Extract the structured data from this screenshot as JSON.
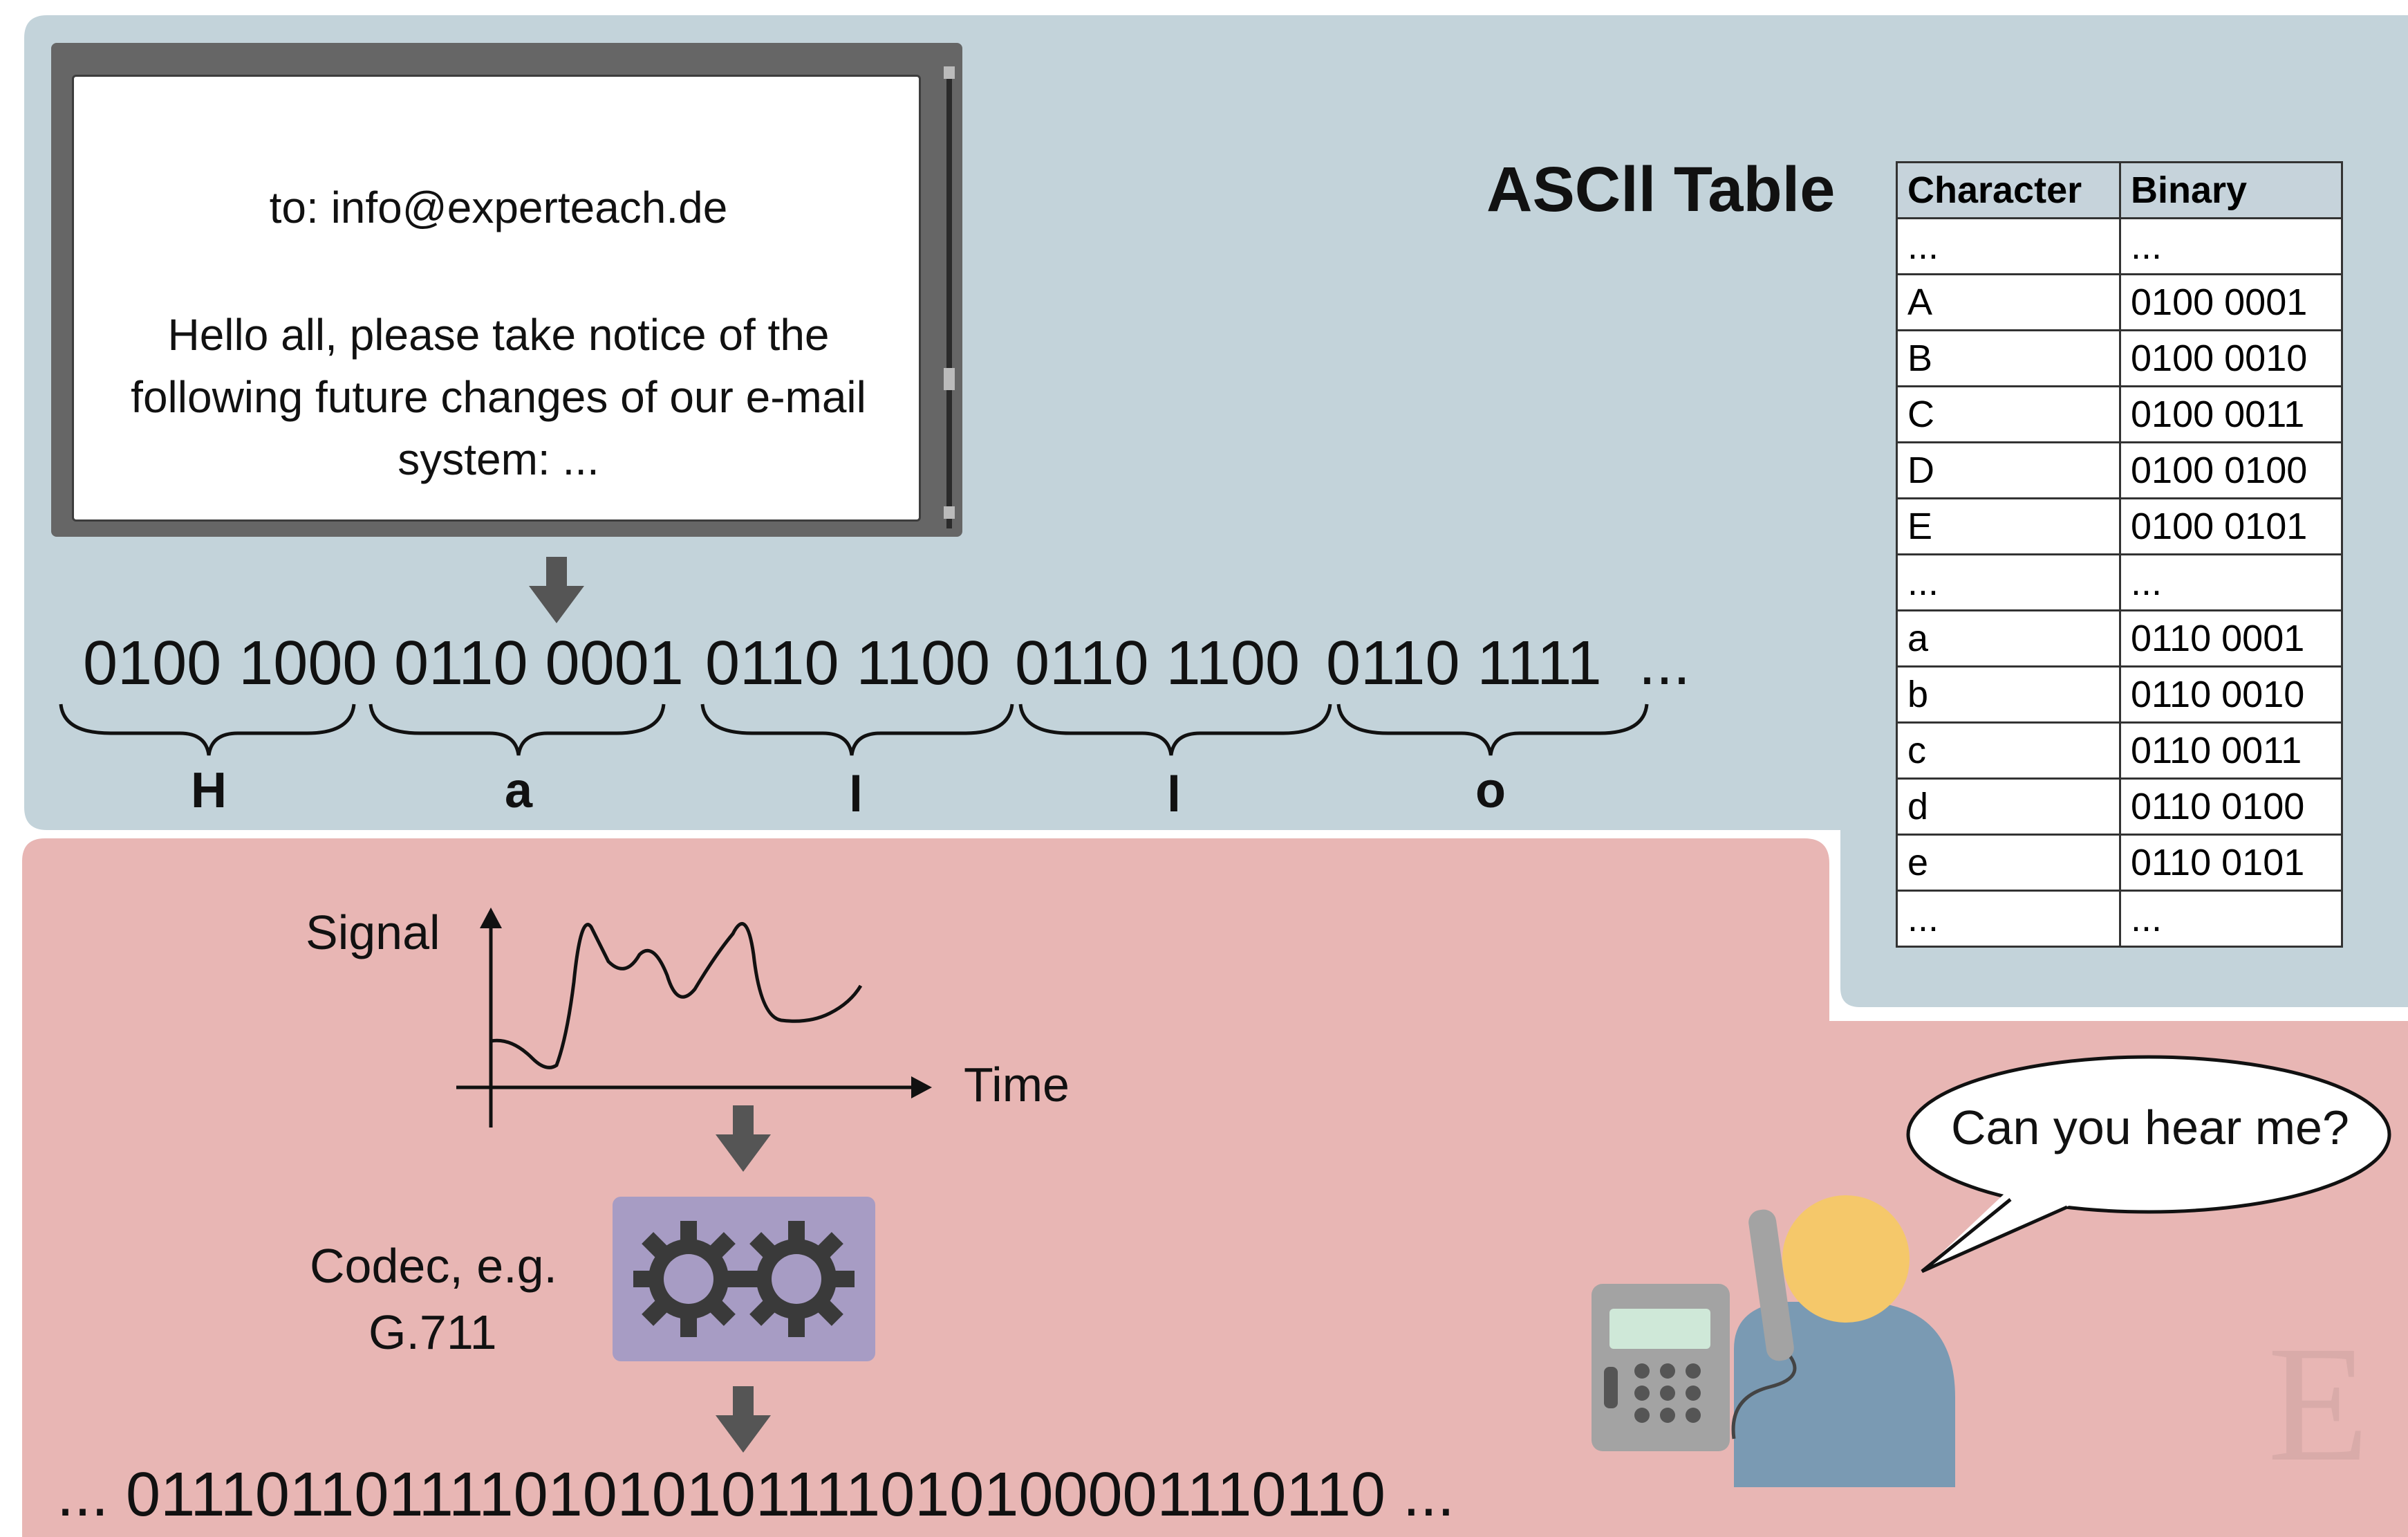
{
  "email": {
    "to": "to: info@experteach.de",
    "message_lines": [
      "Hello all, please take notice of the",
      "following future changes of our e-mail",
      "system: ..."
    ]
  },
  "binary_groups": [
    "0100 1000",
    "0110 0001",
    "0110 1100",
    "0110 1100",
    "0110 1111",
    "..."
  ],
  "decoded_letters": [
    "H",
    "a",
    "l",
    "l",
    "o"
  ],
  "ascii_table": {
    "title": "ASCll Table",
    "headers": [
      "Character",
      "Binary"
    ],
    "rows": [
      [
        "...",
        "..."
      ],
      [
        "A",
        "0100 0001"
      ],
      [
        "B",
        "0100 0010"
      ],
      [
        "C",
        "0100 0011"
      ],
      [
        "D",
        "0100 0100"
      ],
      [
        "E",
        "0100 0101"
      ],
      [
        "...",
        "..."
      ],
      [
        "a",
        "0110 0001"
      ],
      [
        "b",
        "0110 0010"
      ],
      [
        "c",
        "0110 0011"
      ],
      [
        "d",
        "0110 0100"
      ],
      [
        "e",
        "0110 0101"
      ],
      [
        "...",
        "..."
      ]
    ]
  },
  "signal_plot": {
    "y_label": "Signal",
    "x_label": "Time"
  },
  "codec": {
    "label_line1": "Codec, e.g.",
    "label_line2": "G.711"
  },
  "voice_binary": "... 01110110111101010101111010100001110110 ...",
  "speech_bubble": "Can you hear me?",
  "colors": {
    "top_panel": "#c3d3da",
    "bottom_panel": "#e8b6b4",
    "arrow": "#555555",
    "codec_box": "#a79cc4",
    "gear": "#3a3a3a",
    "person_body": "#7a9ab3",
    "person_head": "#f5c86a",
    "phone": "#a3a3a3",
    "phone_screen": "#cfe8d8",
    "watermark": "#d4a7a5"
  },
  "icons": [
    "down-arrow-icon",
    "gear-icon",
    "phone-icon",
    "person-icon",
    "logo-watermark"
  ]
}
